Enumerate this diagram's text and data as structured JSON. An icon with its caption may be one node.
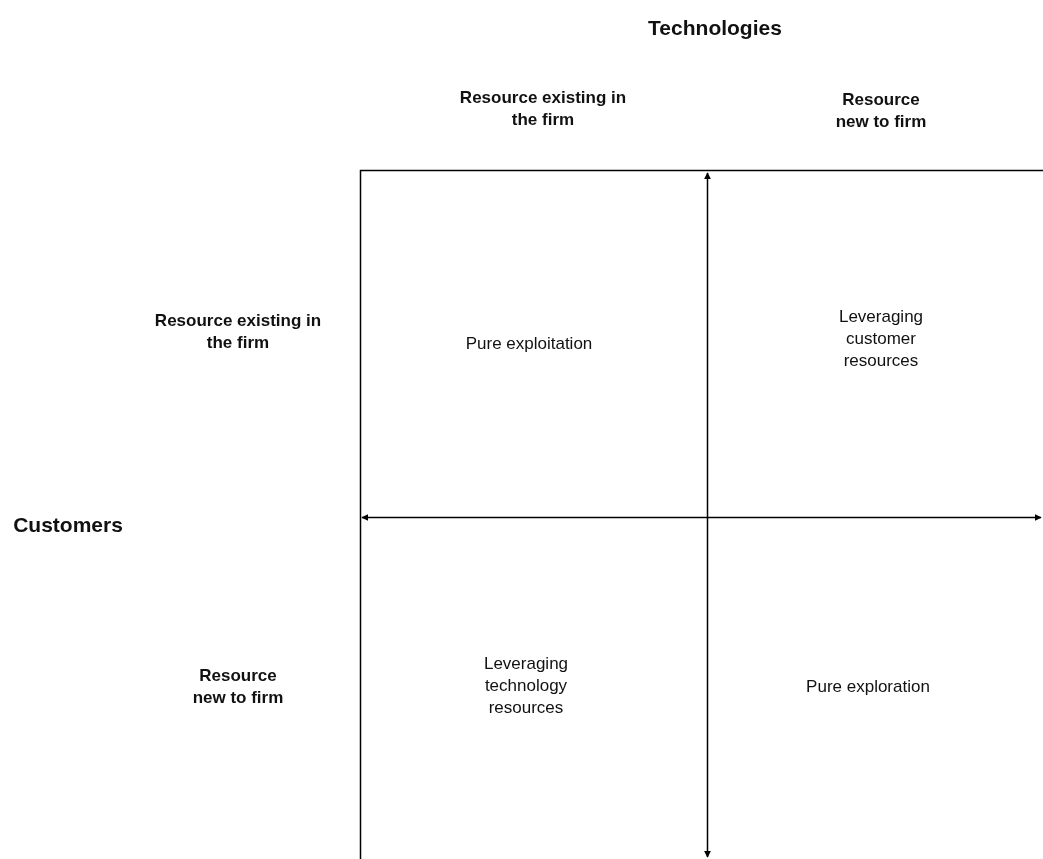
{
  "diagram": {
    "labels": [
      "Technologies",
      "Resource existing in the firm",
      "Resource new to firm",
      "Resource existing in the firm",
      "Pure exploitation",
      "Leveraging customer resources",
      "Customers",
      "Resource new to firm",
      "Leveraging technology resources",
      "Pure exploration"
    ]
  }
}
